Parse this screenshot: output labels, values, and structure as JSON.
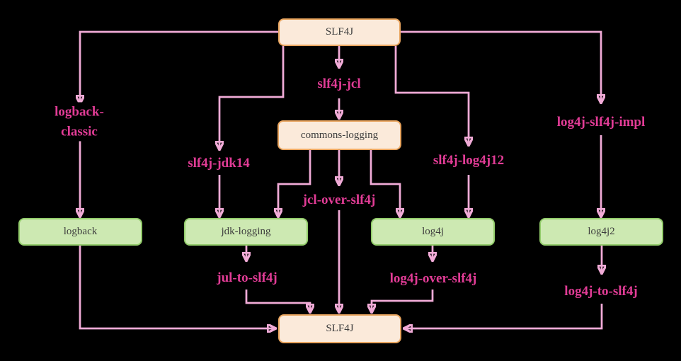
{
  "diagram": {
    "background_color": "#000000",
    "colors": {
      "line": "#F1ABD7",
      "edge_label_text": "#E23C96",
      "orange_node_fill": "#FBEADA",
      "orange_node_border": "#E9A55F",
      "green_node_fill": "#CDE9B2",
      "green_node_border": "#93CD6B",
      "node_text": "#3D3D3D"
    },
    "nodes": [
      {
        "id": "slf4j-top",
        "label": "SLF4J",
        "style": "orange"
      },
      {
        "id": "commons-logging",
        "label": "commons-logging",
        "style": "orange"
      },
      {
        "id": "logback",
        "label": "logback",
        "style": "green"
      },
      {
        "id": "jdk-logging",
        "label": "jdk-logging",
        "style": "green"
      },
      {
        "id": "log4j",
        "label": "log4j",
        "style": "green"
      },
      {
        "id": "log4j2",
        "label": "log4j2",
        "style": "green"
      },
      {
        "id": "slf4j-bottom",
        "label": "SLF4J",
        "style": "orange"
      }
    ],
    "edges": [
      {
        "from": "SLF4J (top)",
        "to": "logback",
        "label": "logback-classic"
      },
      {
        "from": "SLF4J (top)",
        "to": "jdk-logging",
        "label": "slf4j-jdk14"
      },
      {
        "from": "SLF4J (top)",
        "to": "commons-logging",
        "label": "slf4j-jcl"
      },
      {
        "from": "SLF4J (top)",
        "to": "log4j",
        "label": "slf4j-log4j12"
      },
      {
        "from": "SLF4J (top)",
        "to": "log4j2",
        "label": "log4j-slf4j-impl"
      },
      {
        "from": "commons-logging",
        "to": "jdk-logging",
        "label": ""
      },
      {
        "from": "commons-logging",
        "to": "SLF4J (bottom)",
        "label": "jcl-over-slf4j"
      },
      {
        "from": "commons-logging",
        "to": "log4j",
        "label": ""
      },
      {
        "from": "jdk-logging",
        "to": "SLF4J (bottom)",
        "label": "jul-to-slf4j"
      },
      {
        "from": "log4j",
        "to": "SLF4J (bottom)",
        "label": "log4j-over-slf4j"
      },
      {
        "from": "log4j2",
        "to": "SLF4J (bottom)",
        "label": "log4j-to-slf4j"
      },
      {
        "from": "logback",
        "to": "SLF4J (bottom)",
        "label": ""
      }
    ]
  }
}
